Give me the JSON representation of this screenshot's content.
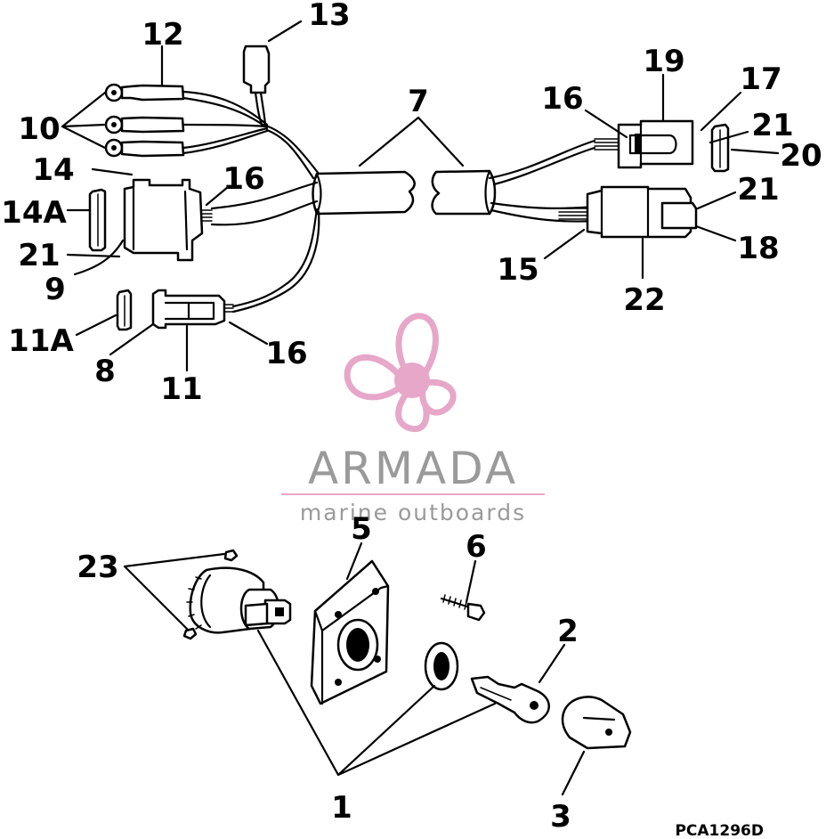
{
  "diagram": {
    "callouts": {
      "c1": "1",
      "c2": "2",
      "c3": "3",
      "c5": "5",
      "c6": "6",
      "c7": "7",
      "c8": "8",
      "c9": "9",
      "c10": "10",
      "c11": "11",
      "c11A": "11A",
      "c12": "12",
      "c13": "13",
      "c14": "14",
      "c14A": "14A",
      "c15": "15",
      "c16a": "16",
      "c16b": "16",
      "c16c": "16",
      "c17": "17",
      "c18": "18",
      "c19": "19",
      "c20": "20",
      "c21a": "21",
      "c21b": "21",
      "c21c": "21",
      "c22": "22",
      "c23": "23"
    },
    "figure_code": "PCA1296D"
  },
  "watermark": {
    "brand": "ARMADA",
    "tagline": "marine outboards",
    "accent_color": "#e7a7c9",
    "icon": "propeller-icon"
  }
}
